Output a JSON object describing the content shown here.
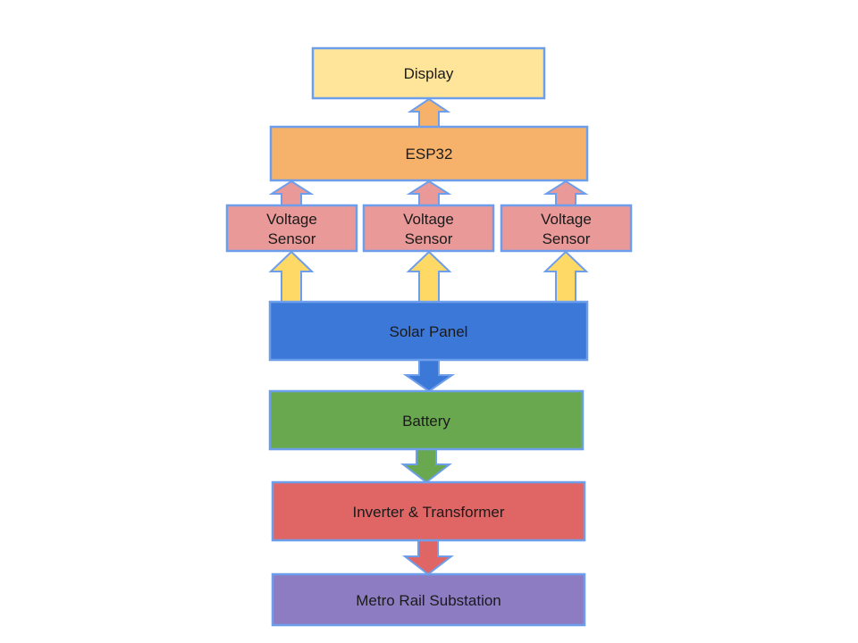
{
  "nodes": {
    "display": {
      "label": "Display",
      "color": "#ffe599"
    },
    "esp32": {
      "label": "ESP32",
      "color": "#f6b26b"
    },
    "sensor_left": {
      "label_line1": "Voltage",
      "label_line2": "Sensor",
      "color": "#ea9999"
    },
    "sensor_center": {
      "label_line1": "Voltage",
      "label_line2": "Sensor",
      "color": "#ea9999"
    },
    "sensor_right": {
      "label_line1": "Voltage",
      "label_line2": "Sensor",
      "color": "#ea9999"
    },
    "solar_panel": {
      "label": "Solar Panel",
      "color": "#3c78d8"
    },
    "battery": {
      "label": "Battery",
      "color": "#6aa84f"
    },
    "inverter": {
      "label": "Inverter & Transformer",
      "color": "#e06666"
    },
    "substation": {
      "label": "Metro Rail Substation",
      "color": "#8e7cc3"
    }
  },
  "edges": [
    {
      "from": "esp32",
      "to": "display",
      "direction": "up",
      "color": "#f6b26b"
    },
    {
      "from": "sensor_left",
      "to": "esp32",
      "direction": "up",
      "color": "#ea9999"
    },
    {
      "from": "sensor_center",
      "to": "esp32",
      "direction": "up",
      "color": "#ea9999"
    },
    {
      "from": "sensor_right",
      "to": "esp32",
      "direction": "up",
      "color": "#ea9999"
    },
    {
      "from": "solar_panel",
      "to": "sensor_left",
      "direction": "up",
      "color": "#ffd966"
    },
    {
      "from": "solar_panel",
      "to": "sensor_center",
      "direction": "up",
      "color": "#ffd966"
    },
    {
      "from": "solar_panel",
      "to": "sensor_right",
      "direction": "up",
      "color": "#ffd966"
    },
    {
      "from": "solar_panel",
      "to": "battery",
      "direction": "down",
      "color": "#3c78d8"
    },
    {
      "from": "battery",
      "to": "inverter",
      "direction": "down",
      "color": "#6aa84f"
    },
    {
      "from": "inverter",
      "to": "substation",
      "direction": "down",
      "color": "#e06666"
    }
  ],
  "border_color": "#6d9eeb"
}
